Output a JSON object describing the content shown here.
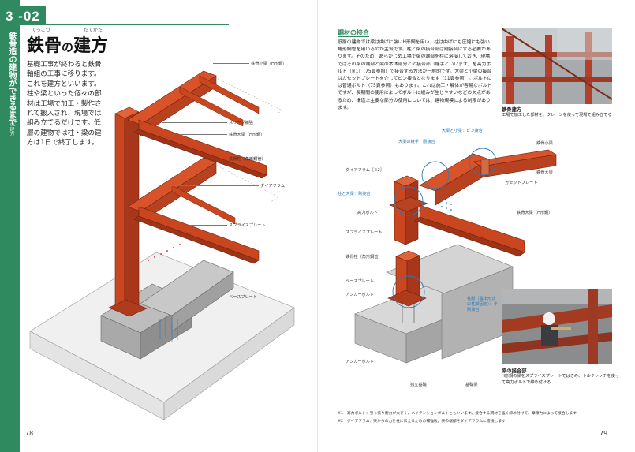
{
  "section": {
    "number": "3 -02",
    "side_title": "鉄骨造の建物ができるまで",
    "side_sub": "03鉄骨の建方"
  },
  "title": {
    "main_a": "鉄骨",
    "particle": "の",
    "main_b": "建方",
    "ruby": [
      "てっこつ",
      "たてかた"
    ]
  },
  "lead": "基礎工事が終わると鉄骨軸組の工事に移ります。これを建方といいます。柱や梁といった個々の部材は工場で加工・製作されて搬入され、現場では組み立てるだけです。低層の建物では柱・梁の建方は1日で終了します。",
  "left_labels": {
    "beam_small": "鉄骨小梁（H形鋼）",
    "sleeve": "スリーブ補強",
    "beam_large": "鉄骨大梁（H形鋼）",
    "column": "鉄骨柱（角形鋼管）",
    "diaphragm": "ダイアフラム",
    "splice": "スプライスプレート",
    "base_plate": "ベースプレート"
  },
  "right": {
    "heading": "鋼材の接合",
    "body": "低層の建物では梁は曲げに強いH形鋼を用い、柱は曲げにも圧縮にも強い角形鋼管を用いるのが主流です。柱と梁の接合部は剛接合にする必要があります。そのため、あらかじめ工場で梁の端部を柱に溶接しておき、現場ではその梁の端部と梁の本体部分との接合部（継手といいます）を高力ボルト［※1］（75頁参照）で接合する方法が一般的です。大梁と小梁の接合はガセットプレートを介してピン接合となります（11頁参照）。ボルトには普通ボルト（75頁参照）もあります。これは施工・解体が容易なボルトですが、長期間の使用によってボルトに緩みが生じやすいなどの欠点があるため、構造上主要な部分の使用については、建物規模による制限があります。",
    "labels": {
      "beam_pin": "大梁と小梁：ピン接合",
      "beam_joint": "大梁の継手：剛接合",
      "small_beam": "鉄骨小梁",
      "diaphragm2": "ダイアフラム［※2］",
      "large_beam": "鉄骨大梁",
      "gusset": "ガセットプレート",
      "col_beam": "柱と大梁：剛接合",
      "bolt": "高力ボルト",
      "large_beam_h": "鉄骨大梁（H形鋼）",
      "splice": "スプライスプレート",
      "column": "鉄骨柱（角形鋼管）",
      "base_plate": "ベースプレート",
      "anchor_bolt": "アンカーボルト",
      "col_base": "柱脚（露出形式の柱脚固定）：半剛接合",
      "anchor_bolt2": "アンカーボルト",
      "footing": "独立基礎",
      "grade_beam": "基礎梁"
    }
  },
  "photos": {
    "photo1": {
      "caption_title": "鉄骨建方",
      "caption": "工場で加工した部材を、クレーンを使って現場で組み立てる"
    },
    "photo2": {
      "caption_title": "梁の接合部",
      "caption": "H形鋼の梁をスプライスプレートではさみ、トルクレンチを使って高力ボルトで締め付ける"
    }
  },
  "notes": [
    "※1　高力ボルト：引っ張り耐力が大きく、ハイテンションボルトともいいます。接合する鋼材を強く締め付けて、摩擦力によって接合します",
    "※2　ダイアフラム：梁からの力を柱に伝えるための補強板。梁の端部をダイアフラムに溶接します"
  ],
  "page_numbers": {
    "left": "78",
    "right": "79"
  },
  "colors": {
    "accent_green": "#2f8a5f",
    "steel_red": "#c9461f",
    "label_blue": "#2a7ab8"
  }
}
